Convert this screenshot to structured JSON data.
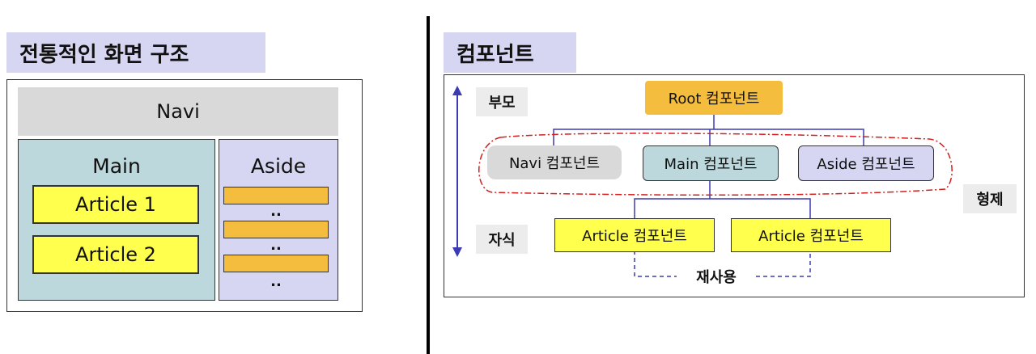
{
  "left": {
    "title": "전통적인 화면 구조",
    "navi_label": "Navi",
    "main_label": "Main",
    "aside_label": "Aside",
    "articles": [
      "Article 1",
      "Article 2"
    ],
    "aside_dots": [
      "..",
      "..",
      ".."
    ]
  },
  "right": {
    "title": "컴포넌트",
    "parent_label": "부모",
    "child_label": "자식",
    "sibling_label": "형제",
    "reuse_label": "재사용",
    "root": "Root 컴포넌트",
    "siblings": [
      "Navi 컴포넌트",
      "Main 컴포넌트",
      "Aside 컴포넌트"
    ],
    "children": [
      "Article 컴포넌트",
      "Article 컴포넌트"
    ]
  },
  "colors": {
    "title_bg": "#d6d6f2",
    "navi": "#d9d9d9",
    "main": "#bcd8dc",
    "aside": "#d6d6f2",
    "article": "#ffff4d",
    "root": "#f5bd3d",
    "tree_line": "#3b3bb3",
    "sibling_outline": "#d21f1f",
    "reuse_line": "#3b3bb3"
  }
}
